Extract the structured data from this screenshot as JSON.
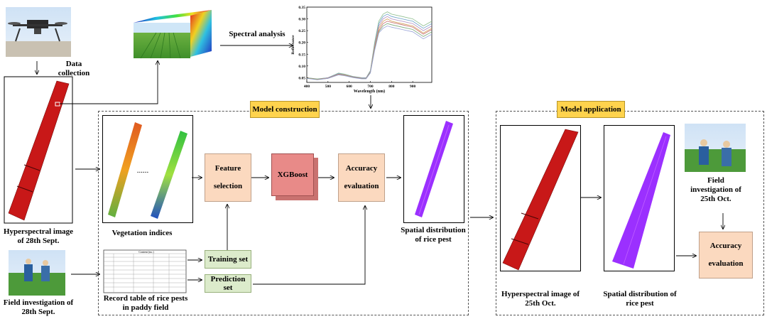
{
  "labels": {
    "data_collection": "Data collection",
    "spectral_analysis": "Spectral analysis",
    "hyperspectral_sept": "Hyperspectral image of 28th Sept.",
    "field_investigation_sept": "Field investigation of 28th Sept.",
    "vegetation_indices": "Vegetation indices",
    "ellipsis": "......",
    "record_table": "Record table of rice pests in paddy field",
    "spatial_distribution_1": "Spatial distribution of rice pest",
    "hyperspectral_oct": "Hyperspectral image of 25th Oct.",
    "spatial_distribution_2": "Spatial distribution of rice pest",
    "field_investigation_oct": "Field investigation of 25th Oct."
  },
  "sections": {
    "model_construction": "Model construction",
    "model_application": "Model application"
  },
  "process_boxes": {
    "feature_selection": "Feature selection",
    "xgboost": "XGBoost",
    "accuracy_evaluation_1": "Accuracy evaluation",
    "accuracy_evaluation_2": "Accuracy evaluation"
  },
  "sets": {
    "training_set": "Training set",
    "prediction_set": "Prediction set"
  },
  "table_header": "Content (no.)",
  "colors": {
    "peach": "#fbd9bf",
    "green_box": "#dcebcb",
    "xgboost": "#e88a88",
    "tag": "#ffd34d",
    "field_red": "#cc1a1a",
    "pest_purple": "#9b30ff"
  },
  "chart_data": {
    "type": "line",
    "xlabel": "Wavelength (nm)",
    "ylabel": "Reflectance",
    "xticks": [
      400,
      500,
      600,
      700,
      800,
      900
    ],
    "yticks": [
      0.05,
      0.1,
      0.15,
      0.2,
      0.25,
      0.3,
      0.35
    ],
    "xlim": [
      400,
      990
    ],
    "ylim": [
      0.03,
      0.35
    ],
    "x": [
      400,
      450,
      500,
      550,
      580,
      620,
      660,
      680,
      700,
      720,
      740,
      760,
      780,
      800,
      850,
      900,
      950,
      990
    ],
    "series": [
      {
        "color": "#8fbf8f",
        "values": [
          0.05,
          0.045,
          0.05,
          0.07,
          0.065,
          0.055,
          0.05,
          0.05,
          0.08,
          0.2,
          0.29,
          0.32,
          0.33,
          0.32,
          0.31,
          0.3,
          0.27,
          0.29
        ]
      },
      {
        "color": "#6aa0c8",
        "values": [
          0.05,
          0.044,
          0.05,
          0.068,
          0.063,
          0.054,
          0.049,
          0.049,
          0.078,
          0.19,
          0.28,
          0.31,
          0.32,
          0.31,
          0.3,
          0.29,
          0.26,
          0.28
        ]
      },
      {
        "color": "#b08cc0",
        "values": [
          0.049,
          0.043,
          0.049,
          0.066,
          0.062,
          0.053,
          0.048,
          0.048,
          0.076,
          0.185,
          0.27,
          0.3,
          0.31,
          0.3,
          0.29,
          0.28,
          0.25,
          0.27
        ]
      },
      {
        "color": "#d4a05a",
        "values": [
          0.049,
          0.043,
          0.048,
          0.065,
          0.061,
          0.052,
          0.047,
          0.047,
          0.074,
          0.18,
          0.26,
          0.29,
          0.3,
          0.29,
          0.28,
          0.27,
          0.24,
          0.26
        ]
      },
      {
        "color": "#c86e6e",
        "values": [
          0.048,
          0.042,
          0.048,
          0.064,
          0.06,
          0.052,
          0.047,
          0.047,
          0.073,
          0.175,
          0.25,
          0.28,
          0.29,
          0.285,
          0.275,
          0.265,
          0.235,
          0.255
        ]
      },
      {
        "color": "#7aa87a",
        "values": [
          0.048,
          0.042,
          0.047,
          0.063,
          0.059,
          0.051,
          0.046,
          0.046,
          0.072,
          0.17,
          0.245,
          0.27,
          0.28,
          0.275,
          0.265,
          0.255,
          0.225,
          0.245
        ]
      },
      {
        "color": "#9aa4d8",
        "values": [
          0.047,
          0.041,
          0.047,
          0.062,
          0.058,
          0.05,
          0.045,
          0.045,
          0.07,
          0.165,
          0.24,
          0.26,
          0.27,
          0.265,
          0.255,
          0.245,
          0.215,
          0.235
        ]
      }
    ]
  }
}
